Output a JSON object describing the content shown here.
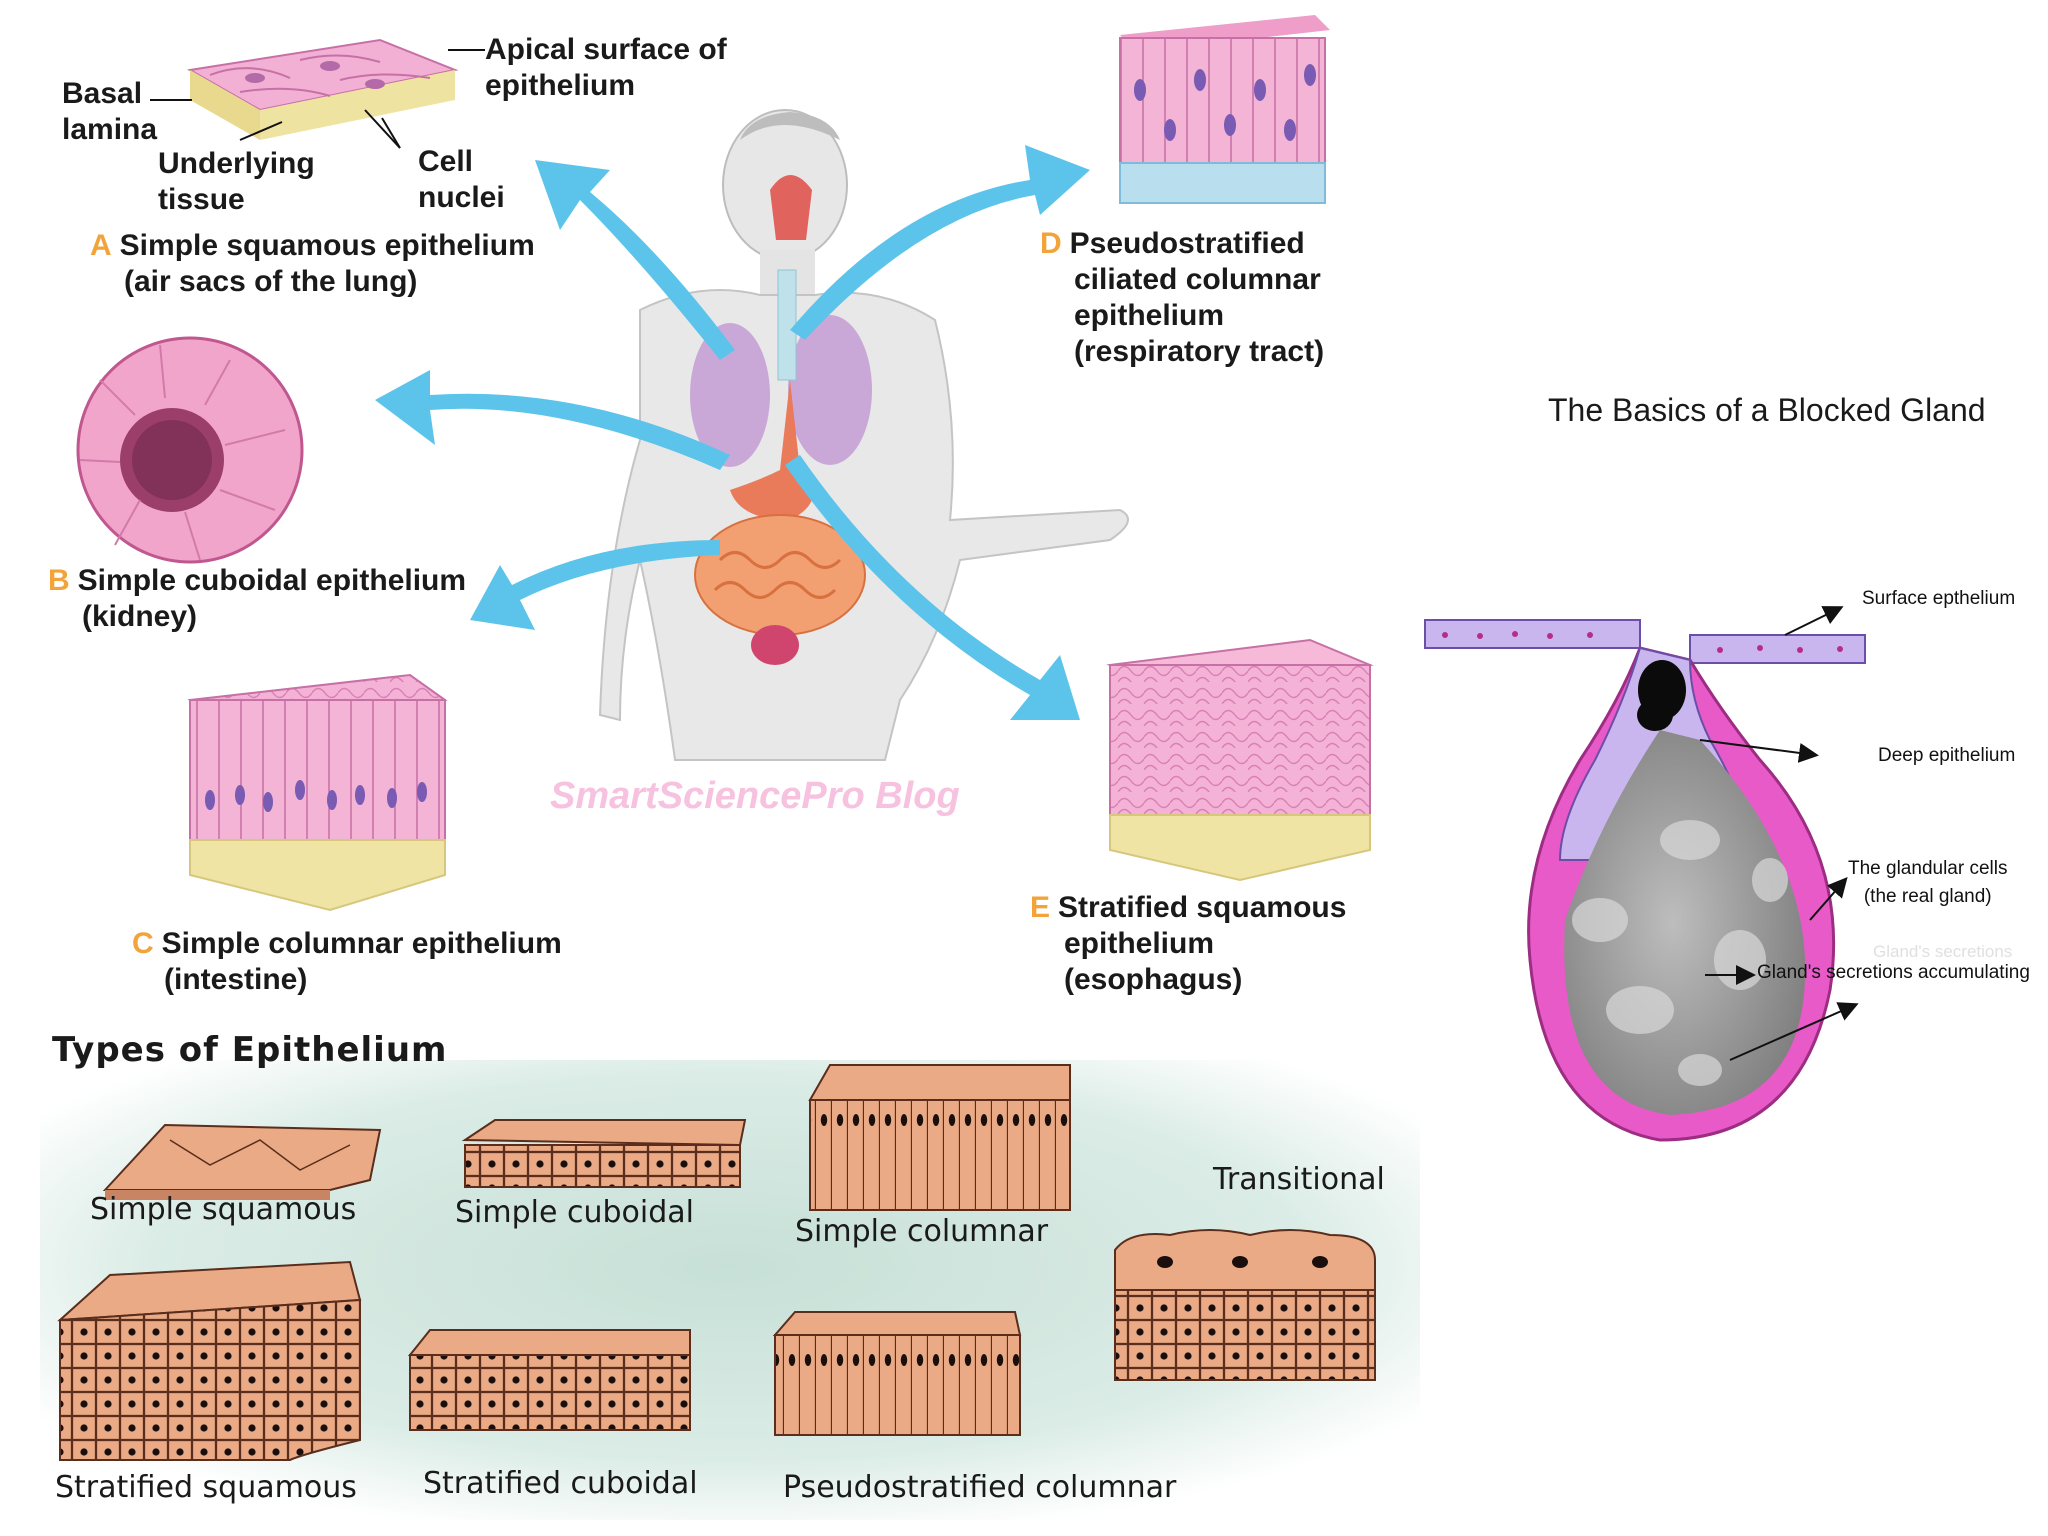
{
  "watermark": "SmartSciencePro Blog",
  "panel_a": {
    "letter": "A",
    "title": "Simple squamous epithelium",
    "subtitle": "(air sacs of the lung)",
    "callouts": {
      "basal": "Basal",
      "lamina": "lamina",
      "apical_1": "Apical surface of",
      "apical_2": "epithelium",
      "underlying_1": "Underlying",
      "underlying_2": "tissue",
      "cell_1": "Cell",
      "cell_2": "nuclei"
    }
  },
  "panel_b": {
    "letter": "B",
    "title": "Simple cuboidal epithelium",
    "subtitle": "(kidney)"
  },
  "panel_c": {
    "letter": "C",
    "title": "Simple columnar epithelium",
    "subtitle": "(intestine)"
  },
  "panel_d": {
    "letter": "D",
    "line1": "Pseudostratified",
    "line2": "ciliated columnar",
    "line3": "epithelium",
    "line4": "(respiratory tract)"
  },
  "panel_e": {
    "letter": "E",
    "line1": "Stratified squamous",
    "line2": "epithelium",
    "line3": "(esophagus)"
  },
  "types": {
    "heading": "Types of Epithelium",
    "labels": {
      "simple_squamous": "Simple squamous",
      "simple_cuboidal": "Simple cuboidal",
      "simple_columnar": "Simple columnar",
      "transitional": "Transitional",
      "stratified_squamous": "Stratified squamous",
      "stratified_cuboidal": "Stratified cuboidal",
      "pseudostratified_columnar": "Pseudostratified columnar"
    }
  },
  "gland": {
    "title": "The Basics of a Blocked Gland",
    "surface": "Surface epthelium",
    "deep": "Deep epithelium",
    "glandular_1": "The glandular cells",
    "glandular_2": "(the real gland)",
    "faded": "Gland's secretions",
    "secretions": "Gland's secretions accumulating"
  },
  "colors": {
    "arrow": "#5cc4ea",
    "letter": "#f2a33a",
    "tissue_pink": "#f2a9cf",
    "cell_tan": "#e7a884",
    "gland_purple": "#c9b6ee",
    "gland_magenta": "#e85ac8",
    "bg_green": "#cfe4dc"
  }
}
